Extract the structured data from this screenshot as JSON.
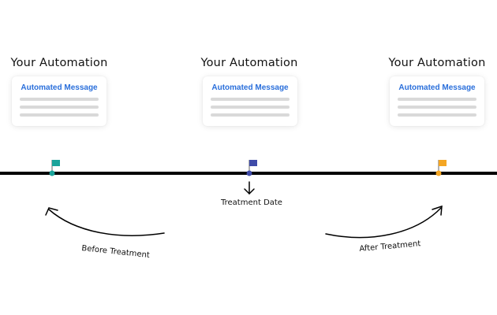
{
  "automations": [
    {
      "title": "Your Automation",
      "card_title": "Automated Message"
    },
    {
      "title": "Your Automation",
      "card_title": "Automated Message"
    },
    {
      "title": "Your Automation",
      "card_title": "Automated Message"
    }
  ],
  "timeline": {
    "markers": [
      {
        "name": "before",
        "flag_color": "#1aa39a",
        "dot_color": "#1aa39a"
      },
      {
        "name": "treatment",
        "flag_color": "#3f4ba8",
        "dot_color": "#3f4ba8"
      },
      {
        "name": "after",
        "flag_color": "#f4a623",
        "dot_color": "#f4a623"
      }
    ],
    "line_color": "#000000"
  },
  "labels": {
    "treatment_date": "Treatment Date",
    "before": "Before Treatment",
    "after": "After Treatment"
  },
  "colors": {
    "card_title": "#2a6fdb",
    "placeholder_line": "#d9d9d9"
  }
}
